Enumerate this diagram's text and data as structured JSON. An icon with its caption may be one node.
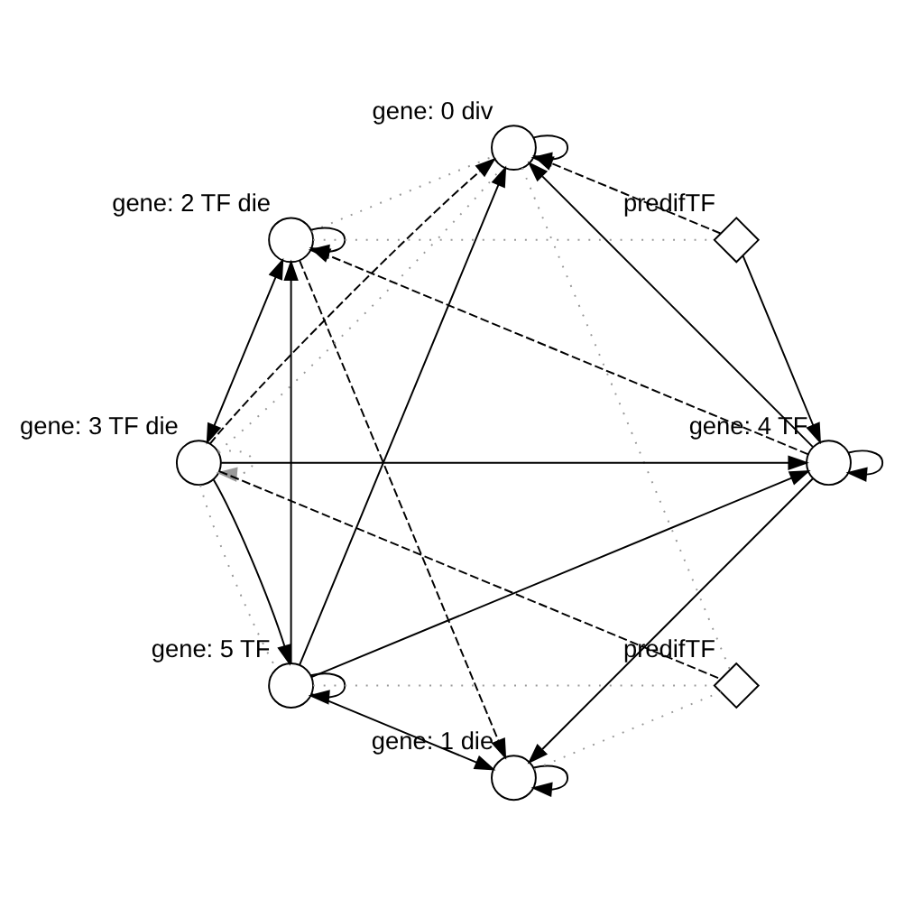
{
  "diagram": {
    "nodes": [
      {
        "text": [
          "gene: 0 div"
        ]
      },
      {
        "text": [
          "gene: 1 die"
        ]
      },
      {
        "text": [
          "gene: 2 TF die"
        ]
      },
      {
        "text": [
          "gene: 3 TF die"
        ]
      },
      {
        "text": [
          "gene: 4 TF"
        ]
      },
      {
        "text": [
          "gene: 5 TF"
        ]
      },
      {
        "text": [
          "predifTF"
        ]
      },
      {
        "text": [
          "predifTF"
        ]
      }
    ],
    "edges": [
      {
        "from": 0,
        "to": 0,
        "arrow": "to"
      },
      {
        "from": 1,
        "to": 1,
        "arrow": "to"
      },
      {
        "from": 2,
        "to": 2,
        "arrow": "to"
      },
      {
        "from": 3,
        "to": 3,
        "arrow": "to",
        "style": "dashed",
        "color": "#999999"
      },
      {
        "from": 4,
        "to": 4,
        "arrow": "to"
      },
      {
        "from": 5,
        "to": 5,
        "arrow": "to"
      },
      {
        "from": 3,
        "to": 2,
        "arrow": "both"
      },
      {
        "from": 3,
        "to": 4,
        "arrow": "to"
      },
      {
        "from": 5,
        "to": 4,
        "arrow": "to"
      },
      {
        "from": 6,
        "to": 4,
        "arrow": "to"
      },
      {
        "from": 4,
        "to": 0,
        "arrow": "to"
      },
      {
        "from": 5,
        "to": 0,
        "arrow": "to"
      },
      {
        "from": 4,
        "to": 1,
        "arrow": "to"
      },
      {
        "from": 5,
        "to": 1,
        "arrow": "to"
      },
      {
        "from": 5,
        "to": 2,
        "arrow": "to"
      },
      {
        "from": 3,
        "to": 5,
        "arrow": "to"
      },
      {
        "from": 2,
        "to": 1,
        "arrow": "to",
        "style": "dashed"
      },
      {
        "from": 3,
        "to": 0,
        "arrow": "to",
        "style": "dashed"
      },
      {
        "from": 4,
        "to": 2,
        "arrow": "to",
        "style": "dashed"
      },
      {
        "from": 3,
        "to": 7,
        "arrow": "none",
        "style": "dashed"
      },
      {
        "from": 6,
        "to": 0,
        "arrow": "to",
        "style": "dashed"
      },
      {
        "from": 3,
        "to": 0,
        "arrow": "none",
        "style": "dashed",
        "color": "#999999"
      },
      {
        "from": 3,
        "to": 5,
        "arrow": "none",
        "style": "dashed",
        "color": "#999999"
      },
      {
        "from": 2,
        "to": 0,
        "arrow": "none",
        "style": "dashed",
        "color": "#999999"
      },
      {
        "from": 2,
        "to": 6,
        "arrow": "none",
        "style": "dashed",
        "color": "#999999"
      },
      {
        "from": 1,
        "to": 7,
        "arrow": "none",
        "style": "dashed",
        "color": "#999999"
      },
      {
        "from": 5,
        "to": 7,
        "arrow": "none",
        "style": "dashed",
        "color": "#999999"
      },
      {
        "from": 0,
        "to": 7,
        "arrow": "none",
        "style": "dashed",
        "color": "#999999"
      }
    ]
  }
}
